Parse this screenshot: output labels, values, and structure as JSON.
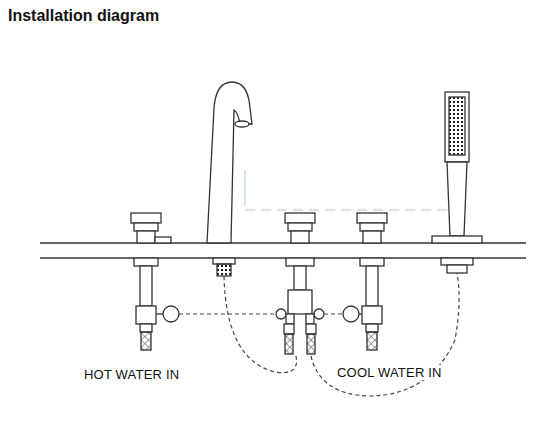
{
  "diagram": {
    "title": "Installation diagram",
    "labels": [
      "HOT WATER IN",
      "COOL WATER IN"
    ]
  }
}
